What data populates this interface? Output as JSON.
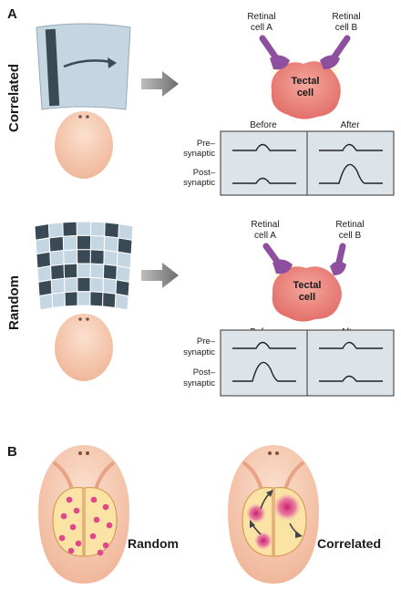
{
  "panels": {
    "a_letter": "A",
    "b_letter": "B"
  },
  "rows": {
    "correlated_label": "Correlated",
    "random_label": "Random"
  },
  "neurons": {
    "retinal_a_line1": "Retinal",
    "retinal_a_line2": "cell A",
    "retinal_b_line1": "Retinal",
    "retinal_b_line2": "cell B",
    "tectal_line1": "Tectal",
    "tectal_line2": "cell"
  },
  "traces": {
    "before": "Before",
    "after": "After",
    "pre_line1": "Pre–",
    "pre_line2": "synaptic",
    "post_line1": "Post–",
    "post_line2": "synaptic"
  },
  "panel_b": {
    "random_label": "Random",
    "correlated_label": "Correlated"
  },
  "colors": {
    "screen": "#c4d6e2",
    "bar": "#3a4a55",
    "head": "#f2c2a7",
    "tectal": "#e9837c",
    "retinal": "#8d4f9e",
    "tectum": "#fbe3a6",
    "dot": "#e0488a",
    "arrow": "#8a8a8a",
    "trace_bg": "#dde4e9"
  }
}
